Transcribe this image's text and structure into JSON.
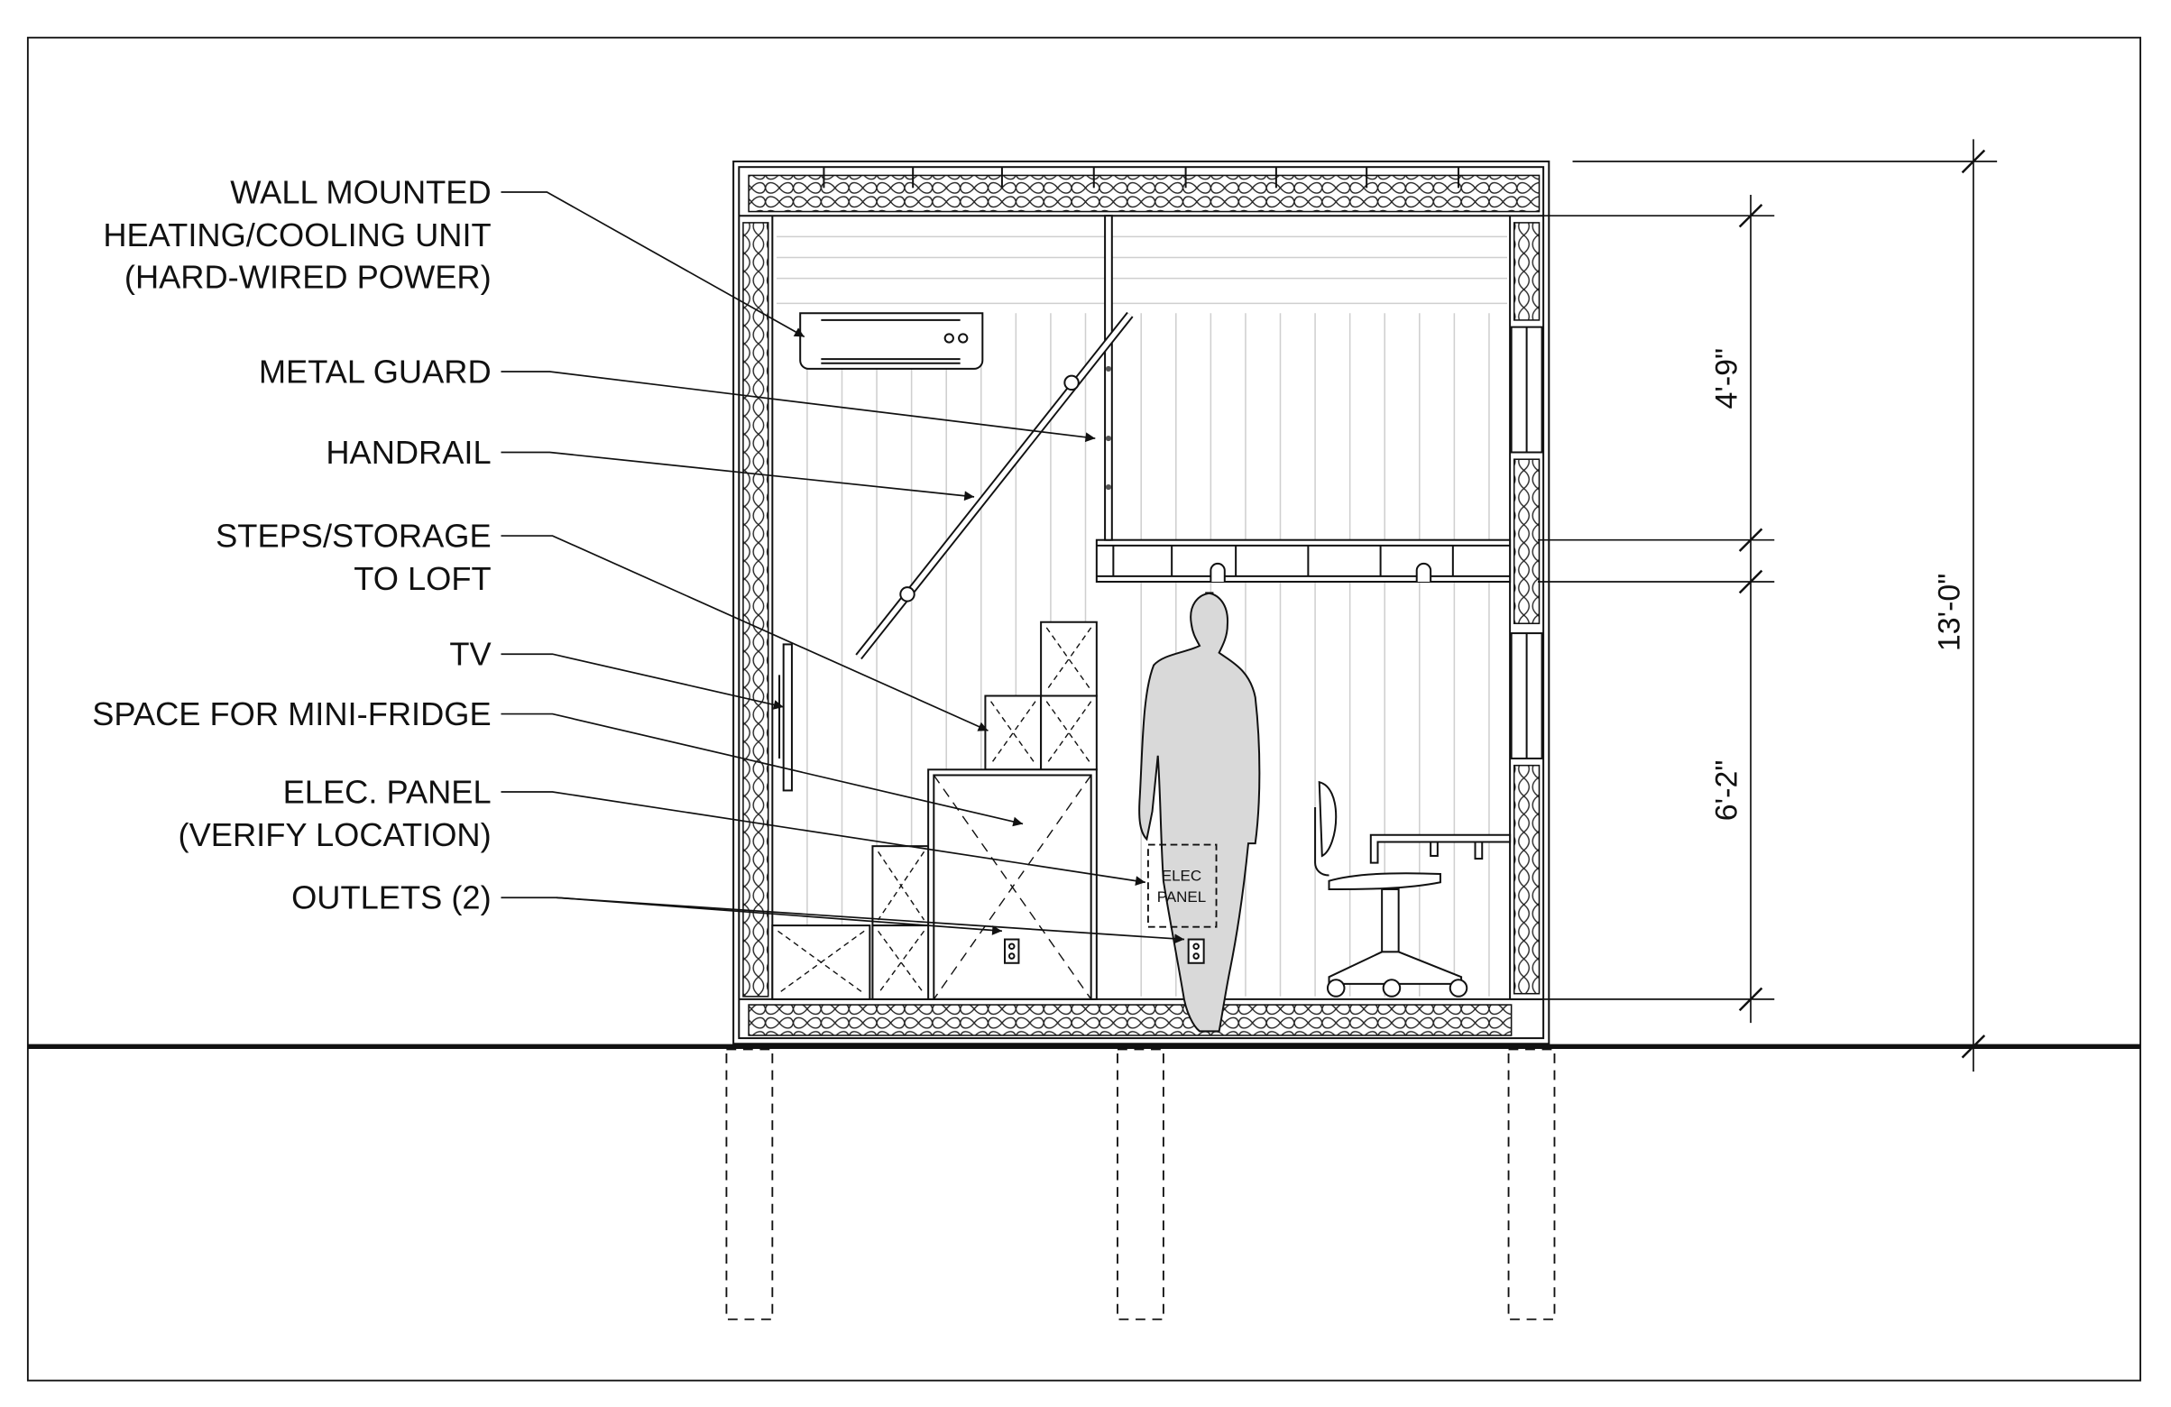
{
  "labels": {
    "hvac": [
      "WALL MOUNTED",
      "HEATING/COOLING UNIT",
      "(HARD-WIRED POWER)"
    ],
    "metal_guard": "METAL GUARD",
    "handrail": "HANDRAIL",
    "steps": [
      "STEPS/STORAGE",
      "TO LOFT"
    ],
    "tv": "TV",
    "fridge": "SPACE FOR MINI-FRIDGE",
    "elec_panel": [
      "ELEC. PANEL",
      "(VERIFY LOCATION)"
    ],
    "outlets": "OUTLETS (2)"
  },
  "panel_tag": [
    "ELEC",
    "PANEL"
  ],
  "dimensions": {
    "loft_height": "4'-9\"",
    "lower_height": "6'-2\"",
    "overall_height": "13'-0\""
  }
}
